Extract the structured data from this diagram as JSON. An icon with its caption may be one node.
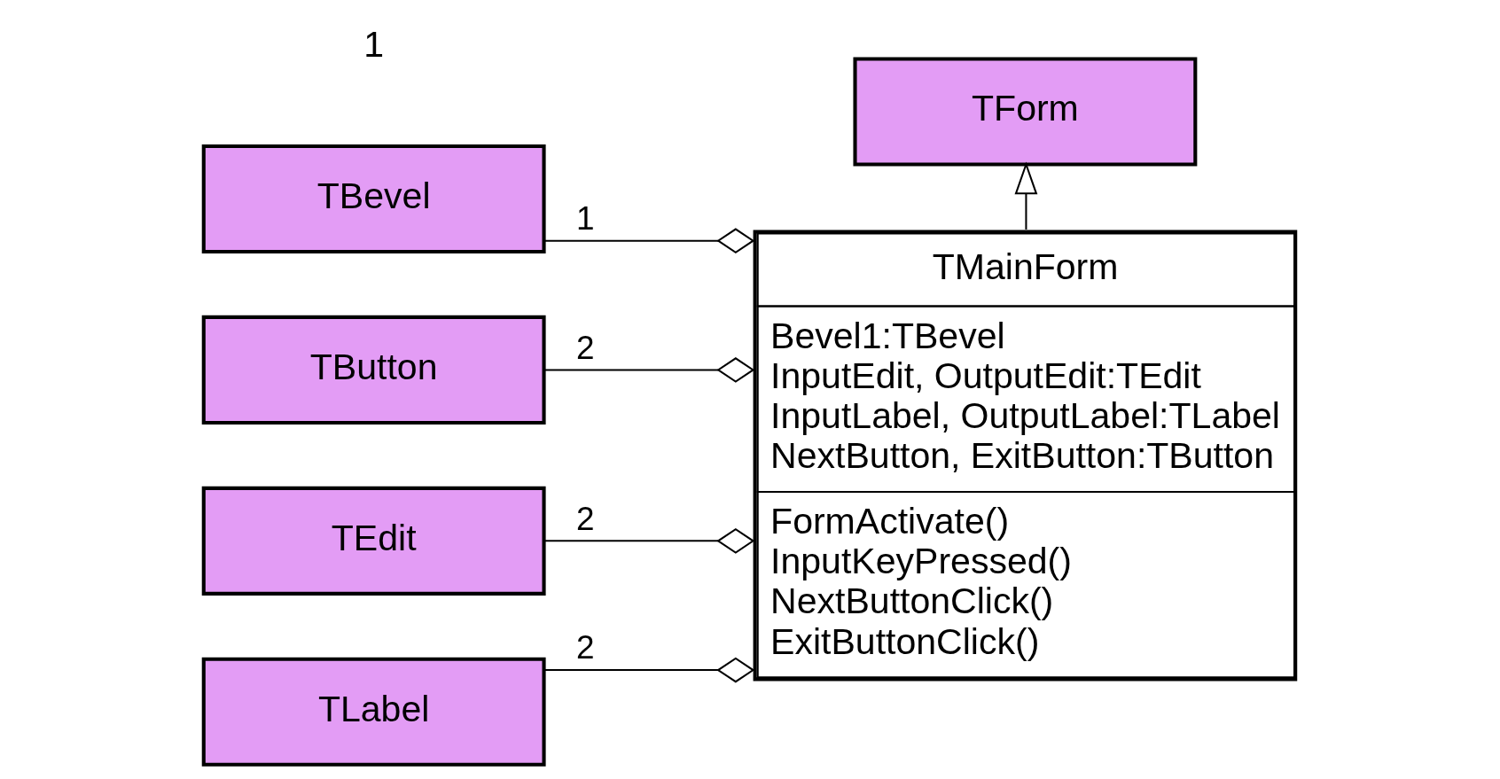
{
  "diagram": {
    "nodes": [
      {
        "text": [
          "TForm"
        ]
      },
      {
        "text": [
          "TMainForm",
          "Bevel1:TBevel",
          "InputEdit, OutputEdit:TEdit",
          "InputLabel, OutputLabel:TLabel",
          "NextButton, ExitButton:TButton",
          "FormActivate()",
          "InputKeyPressed()",
          "NextButtonClick()",
          "ExitButtonClick()"
        ]
      },
      {
        "text": [
          "TBevel"
        ]
      },
      {
        "text": [
          "TButton"
        ]
      },
      {
        "text": [
          "TEdit"
        ]
      },
      {
        "text": [
          "TLabel"
        ]
      }
    ],
    "edges": [
      {
        "from": 1,
        "to": 0,
        "arrow": "to"
      },
      {
        "from": 2,
        "to": 1,
        "arrow": "other",
        "label": "1"
      },
      {
        "from": 3,
        "to": 1,
        "arrow": "other",
        "label": "2"
      },
      {
        "from": 4,
        "to": 1,
        "arrow": "other",
        "label": "2"
      },
      {
        "from": 5,
        "to": 1,
        "arrow": "other",
        "label": "2"
      }
    ],
    "labels": [
      "1"
    ]
  }
}
